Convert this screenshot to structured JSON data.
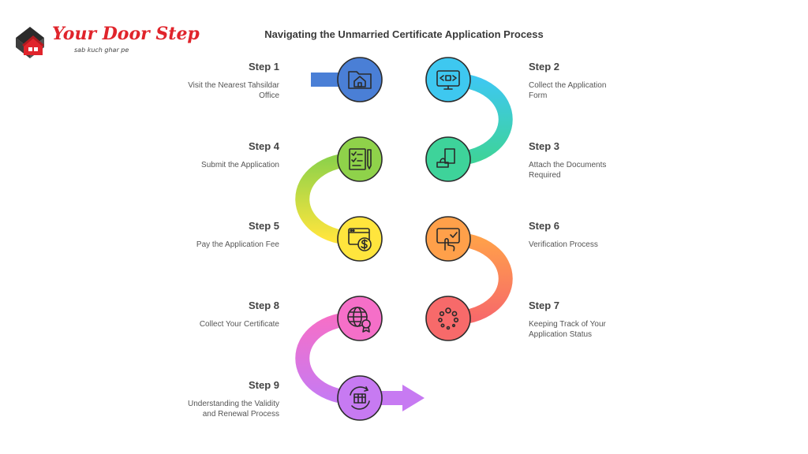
{
  "title": "Navigating the Unmarried Certificate Application Process",
  "logo": {
    "name": "Your Door Step",
    "tagline": "sab kuch ghar pe",
    "color": "#e0242b"
  },
  "steps": [
    {
      "label": "Step 1",
      "desc": "Visit the Nearest Tahsildar Office",
      "icon": "house-folder-icon",
      "color": "#4a7fd6"
    },
    {
      "label": "Step 2",
      "desc": "Collect the Application Form",
      "icon": "monitor-code-icon",
      "color": "#3ec8f0"
    },
    {
      "label": "Step 3",
      "desc": "Attach the Documents Required",
      "icon": "document-attach-icon",
      "color": "#3ed39a"
    },
    {
      "label": "Step 4",
      "desc": "Submit the Application",
      "icon": "checklist-pen-icon",
      "color": "#8fd24a"
    },
    {
      "label": "Step 5",
      "desc": "Pay the Application Fee",
      "icon": "browser-payment-icon",
      "color": "#ffe53d"
    },
    {
      "label": "Step 6",
      "desc": "Verification Process",
      "icon": "touch-check-icon",
      "color": "#ffa04a"
    },
    {
      "label": "Step 7",
      "desc": "Keeping Track of Your Application Status",
      "icon": "loading-dots-icon",
      "color": "#f76a6a"
    },
    {
      "label": "Step 8",
      "desc": "Collect Your Certificate",
      "icon": "globe-certificate-icon",
      "color": "#f56fc8"
    },
    {
      "label": "Step 9",
      "desc": "Understanding the Validity and Renewal Process",
      "icon": "renewal-calendar-icon",
      "color": "#c77af2"
    }
  ]
}
